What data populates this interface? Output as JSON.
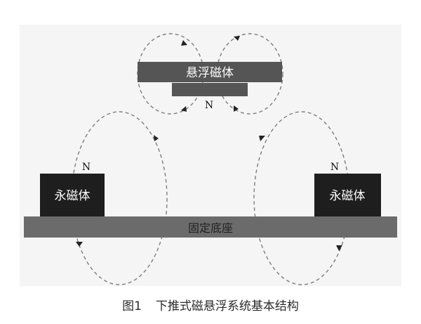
{
  "diagram": {
    "levitating_magnet_label": "悬浮磁体",
    "permanent_magnet_left_label": "永磁体",
    "permanent_magnet_right_label": "永磁体",
    "base_label": "固定底座",
    "pole_top": "N",
    "pole_left": "N",
    "pole_right": "N",
    "colors": {
      "magnet_fill": "#1e1e1e",
      "levitating_fill": "#555555",
      "base_fill": "#6b6b6b",
      "field_line": "#7d7d7d",
      "background": "#f5f5f5"
    }
  },
  "caption": {
    "figure_number": "图1",
    "title": "下推式磁悬浮系统基本结构"
  }
}
